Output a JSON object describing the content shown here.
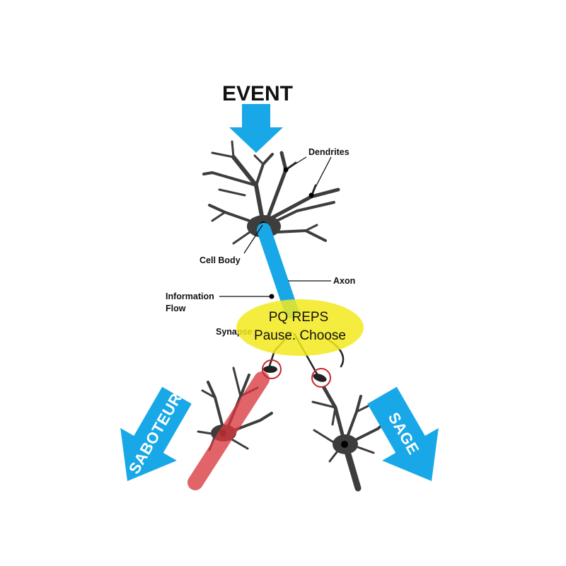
{
  "title": "EVENT",
  "labels": {
    "dendrites": "Dendrites",
    "cell_body": "Cell Body",
    "axon": "Axon",
    "information_flow_line1": "Information",
    "information_flow_line2": "Flow",
    "synapse": "Synapse"
  },
  "pq": {
    "line1": "PQ REPS",
    "line2": "Pause. Choose"
  },
  "paths": {
    "left": "SABOTEUR",
    "right": "SAGE"
  },
  "colors": {
    "arrow_blue": "#18a8e8",
    "neuron_gray": "#3d3d3d",
    "highlight_yellow": "#f2ea1d",
    "saboteur_red": "#d9393f",
    "synapse_ring": "#c8262d"
  }
}
